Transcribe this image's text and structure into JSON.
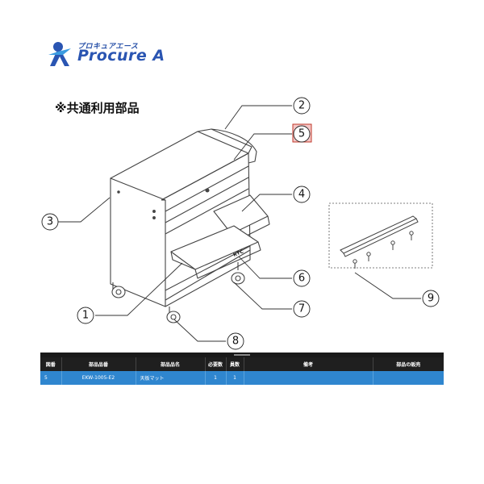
{
  "brand": {
    "tagline": "プロキュアエース",
    "name": "Procure A",
    "primary_color": "#2a55b2",
    "accent_color": "#3a9be0"
  },
  "diagram": {
    "note": "※共通利用部品",
    "callouts": [
      {
        "id": "1",
        "label": "①"
      },
      {
        "id": "2",
        "label": "②"
      },
      {
        "id": "3",
        "label": "③"
      },
      {
        "id": "4",
        "label": "④"
      },
      {
        "id": "5",
        "label": "⑤",
        "highlighted": true
      },
      {
        "id": "6",
        "label": "⑥"
      },
      {
        "id": "7",
        "label": "⑦"
      },
      {
        "id": "8",
        "label": "⑧"
      },
      {
        "id": "9",
        "label": "⑨"
      }
    ],
    "drawer_brand": "KTC",
    "highlight_color": "#f5c6c6"
  },
  "table": {
    "headers": [
      "図番",
      "部品品番",
      "部品品名",
      "必要数",
      "員数",
      "備考",
      "部品の販売"
    ],
    "rows": [
      [
        "5",
        "EKW-1005-E2",
        "天板マット",
        "1",
        "1",
        "",
        ""
      ]
    ],
    "header_color": "#1f1f1f",
    "row_color": "#2f86cf"
  }
}
